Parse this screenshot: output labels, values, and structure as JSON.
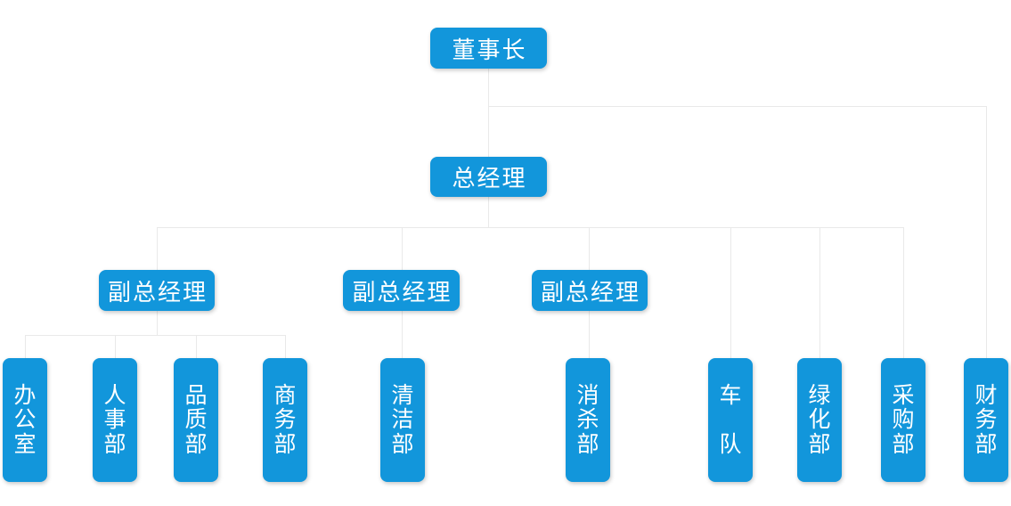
{
  "diagram": {
    "type": "org-chart",
    "colors": {
      "node_fill": "#1296db",
      "node_text": "#ffffff",
      "connector": "#e9e9e9",
      "background": "#ffffff"
    },
    "levels": {
      "level1": {
        "chairman": {
          "label": "董事长"
        }
      },
      "level2": {
        "general_manager": {
          "label": "总经理"
        }
      },
      "level3": {
        "deputies": [
          {
            "label": "副总经理"
          },
          {
            "label": "副总经理"
          },
          {
            "label": "副总经理"
          }
        ]
      },
      "level4": {
        "departments": [
          {
            "label": "办公室",
            "parent": "deputy-1"
          },
          {
            "label": "人事部",
            "parent": "deputy-1"
          },
          {
            "label": "品质部",
            "parent": "deputy-1"
          },
          {
            "label": "商务部",
            "parent": "deputy-1"
          },
          {
            "label": "清洁部",
            "parent": "deputy-2"
          },
          {
            "label": "消杀部",
            "parent": "deputy-3"
          },
          {
            "label": "车队",
            "parent": "general-manager"
          },
          {
            "label": "绿化部",
            "parent": "general-manager"
          },
          {
            "label": "采购部",
            "parent": "general-manager"
          },
          {
            "label": "财务部",
            "parent": "chairman"
          }
        ]
      }
    }
  }
}
